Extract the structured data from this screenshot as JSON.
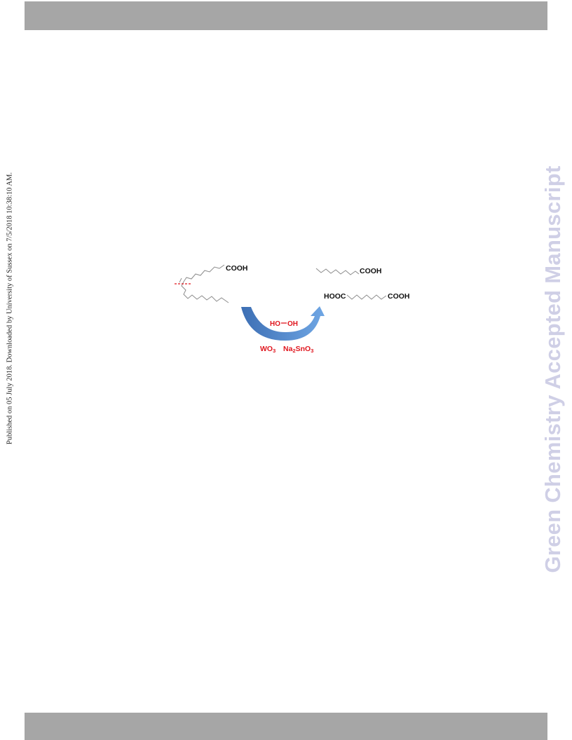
{
  "header_bar": {},
  "footer_bar": {},
  "side_note": "Published on 05 July 2018. Downloaded by University of Sussex on 7/5/2018 10:38:10 AM.",
  "watermark": "Green Chemistry Accepted Manuscript",
  "scheme": {
    "reactant_label": "COOH",
    "product1_label": "COOH",
    "product2_left_label": "HOOC",
    "product2_right_label": "COOH",
    "oxidant": {
      "left": "HO",
      "right": "OH"
    },
    "catalysts": [
      {
        "base": "WO",
        "sub": "3"
      },
      {
        "base": "Na",
        "sub": "2",
        "mid": "SnO",
        "sub2": "3"
      }
    ],
    "colors": {
      "red": "#e0171f",
      "arrow_dark": "#3d6fb4",
      "arrow_light": "#6fa6e4",
      "chain": "#8c8c8c"
    }
  }
}
